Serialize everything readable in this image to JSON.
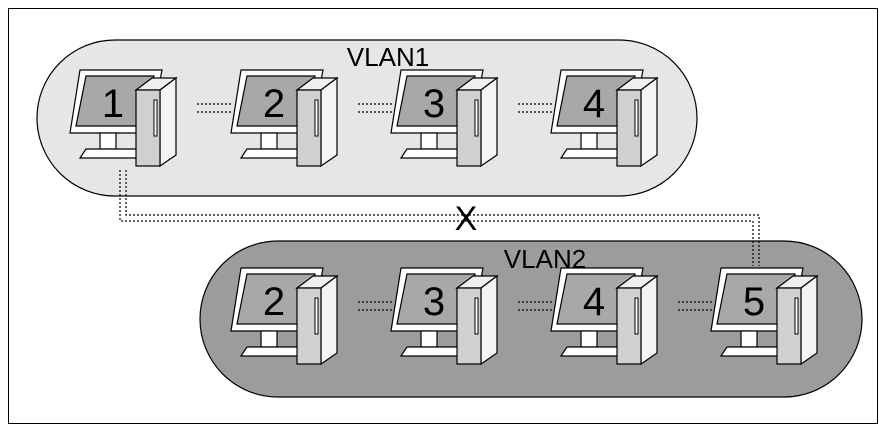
{
  "colors": {
    "vlan1_fill": "#e6e6e6",
    "vlan2_fill": "#9c9c9c",
    "screen": "#a8a8a8",
    "tower": "#d0d0d0",
    "stroke": "#000000"
  },
  "vlans": [
    {
      "label": "VLAN1",
      "computers": [
        "1",
        "2",
        "3",
        "4"
      ]
    },
    {
      "label": "VLAN2",
      "computers": [
        "2",
        "3",
        "4",
        "5"
      ]
    }
  ],
  "blocked_link_mark": "X",
  "icon": "desktop-computer-icon"
}
